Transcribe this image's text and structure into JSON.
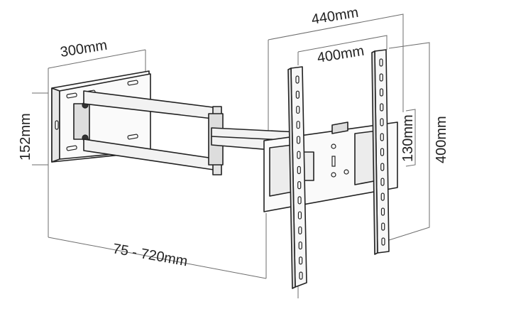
{
  "dimensions": {
    "width_440": "440mm",
    "width_400": "400mm",
    "arm_depth": "300mm",
    "wall_height": "152mm",
    "vert_400": "400mm",
    "vert_130": "130mm",
    "extension": "75 - 720mm"
  }
}
